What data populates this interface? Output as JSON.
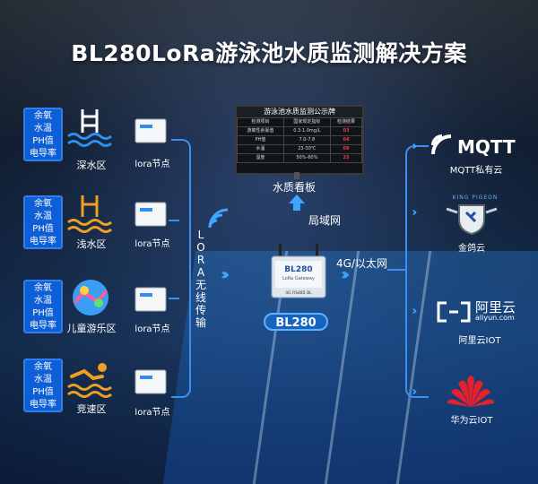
{
  "title": "BL280LoRa游泳池水质监测解决方案",
  "param_lines": [
    "余氧",
    "水温",
    "PH值",
    "电导率"
  ],
  "zones": [
    {
      "name": "深水区",
      "node": "lora节点"
    },
    {
      "name": "浅水区",
      "node": "lora节点"
    },
    {
      "name": "儿童游乐区",
      "node": "lora节点"
    },
    {
      "name": "竞速区",
      "node": "lora节点"
    }
  ],
  "lora_vertical": [
    "L",
    "O",
    "R",
    "A",
    "无",
    "线",
    "传",
    "输"
  ],
  "board": {
    "title": "游泳池水质监测公示牌",
    "headers": [
      "检测项目",
      "国家规定指标",
      "检测结果"
    ],
    "rows": [
      [
        "游离性余氯值",
        "0.3-1.0mg/L",
        "03"
      ],
      [
        "PH值",
        "7.0-7.8",
        "04"
      ],
      [
        "水温",
        "23-30℃",
        "09"
      ],
      [
        "湿度",
        "50%-60%",
        "25"
      ]
    ]
  },
  "labels": {
    "water_board": "水质看板",
    "lan": "局域网",
    "network": "4G/以太网",
    "device_text": "BL280",
    "device_sub": "LoRa Gateway",
    "device_port": "4G RS485 BL",
    "device_badge": "BL280"
  },
  "clouds": {
    "mqtt_logo": "MQTT",
    "mqtt_label": "MQTT私有云",
    "kingpigeon_logo": "KING PIGEON",
    "kingpigeon_label": "金鸽云",
    "aliyun_logo": "阿里云",
    "aliyun_sub": "aliyun.com",
    "aliyun_label": "阿里云IOT",
    "huawei_label": "华为云IOT"
  },
  "colors": {
    "accent": "#3ea6ff",
    "param_box": "#0e5fd6",
    "value_red": "#ff3a2a"
  }
}
